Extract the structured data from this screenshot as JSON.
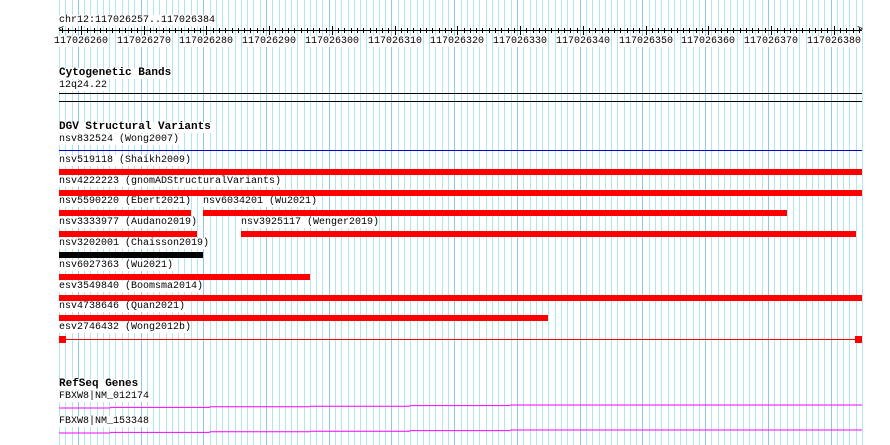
{
  "view": {
    "chrom": "chr12",
    "start": 117026257,
    "end": 117026384,
    "location_label": "chr12:117026257..117026384"
  },
  "ruler": {
    "labels": [
      "117026260",
      "117026270",
      "117026280",
      "117026290",
      "117026300",
      "117026310",
      "117026320",
      "117026330",
      "117026340",
      "117026350",
      "117026360",
      "117026370",
      "117026380"
    ]
  },
  "colors": {
    "variant": "#ff0000",
    "variant_alt": "#000000",
    "line": "#0000cc",
    "gene": "#ff00ff",
    "grid": "#aee8ee",
    "grid_major": "#8ec8e8"
  },
  "tracks": {
    "cyto": {
      "title": "Cytogenetic Bands",
      "band": "12q24.22"
    },
    "dgv": {
      "title": "DGV Structural Variants",
      "features": [
        {
          "label": "nsv832524 (Wong2007)",
          "start": 117026257,
          "end": 117026385,
          "row": 0,
          "style": "line",
          "color": "#0000cc"
        },
        {
          "label": "nsv519118 (Shaikh2009)",
          "start": 117026257,
          "end": 117026385,
          "row": 1,
          "style": "bar",
          "color": "#ff0000"
        },
        {
          "label": "nsv4222223 (gnomADStructuralVariants)",
          "start": 117026257,
          "end": 117026385,
          "row": 2,
          "style": "bar",
          "color": "#ff0000"
        },
        {
          "label": "nsv5590220 (Ebert2021)",
          "start": 117026257,
          "end": 117026278,
          "row": 3,
          "style": "bar",
          "color": "#ff0000"
        },
        {
          "label": "nsv6034201 (Wu2021)",
          "start": 117026280,
          "end": 117026373,
          "row": 3,
          "style": "bar",
          "color": "#ff0000"
        },
        {
          "label": "nsv3333977 (Audano2019)",
          "start": 117026257,
          "end": 117026279,
          "row": 4,
          "style": "bar",
          "color": "#ff0000"
        },
        {
          "label": "nsv3925117 (Wenger2019)",
          "start": 117026286,
          "end": 117026384,
          "row": 4,
          "style": "bar",
          "color": "#ff0000"
        },
        {
          "label": "nsv3202001 (Chaisson2019)",
          "start": 117026257,
          "end": 117026280,
          "row": 5,
          "style": "bar",
          "color": "#000000"
        },
        {
          "label": "nsv6027363 (Wu2021)",
          "start": 117026257,
          "end": 117026297,
          "row": 6,
          "style": "bar",
          "color": "#ff0000"
        },
        {
          "label": "esv3549840 (Boomsma2014)",
          "start": 117026257,
          "end": 117026385,
          "row": 7,
          "style": "bar",
          "color": "#ff0000"
        },
        {
          "label": "nsv4738646 (Quan2021)",
          "start": 117026257,
          "end": 117026335,
          "row": 8,
          "style": "bar",
          "color": "#ff0000"
        },
        {
          "label": "esv2746432 (Wong2012b)",
          "start": 117026257,
          "end": 117026385,
          "row": 9,
          "style": "ends",
          "color": "#ff0000"
        }
      ]
    },
    "refseq": {
      "title": "RefSeq Genes",
      "genes": [
        {
          "label": "FBXW8|NM_012174"
        },
        {
          "label": "FBXW8|NM_153348"
        }
      ]
    }
  }
}
